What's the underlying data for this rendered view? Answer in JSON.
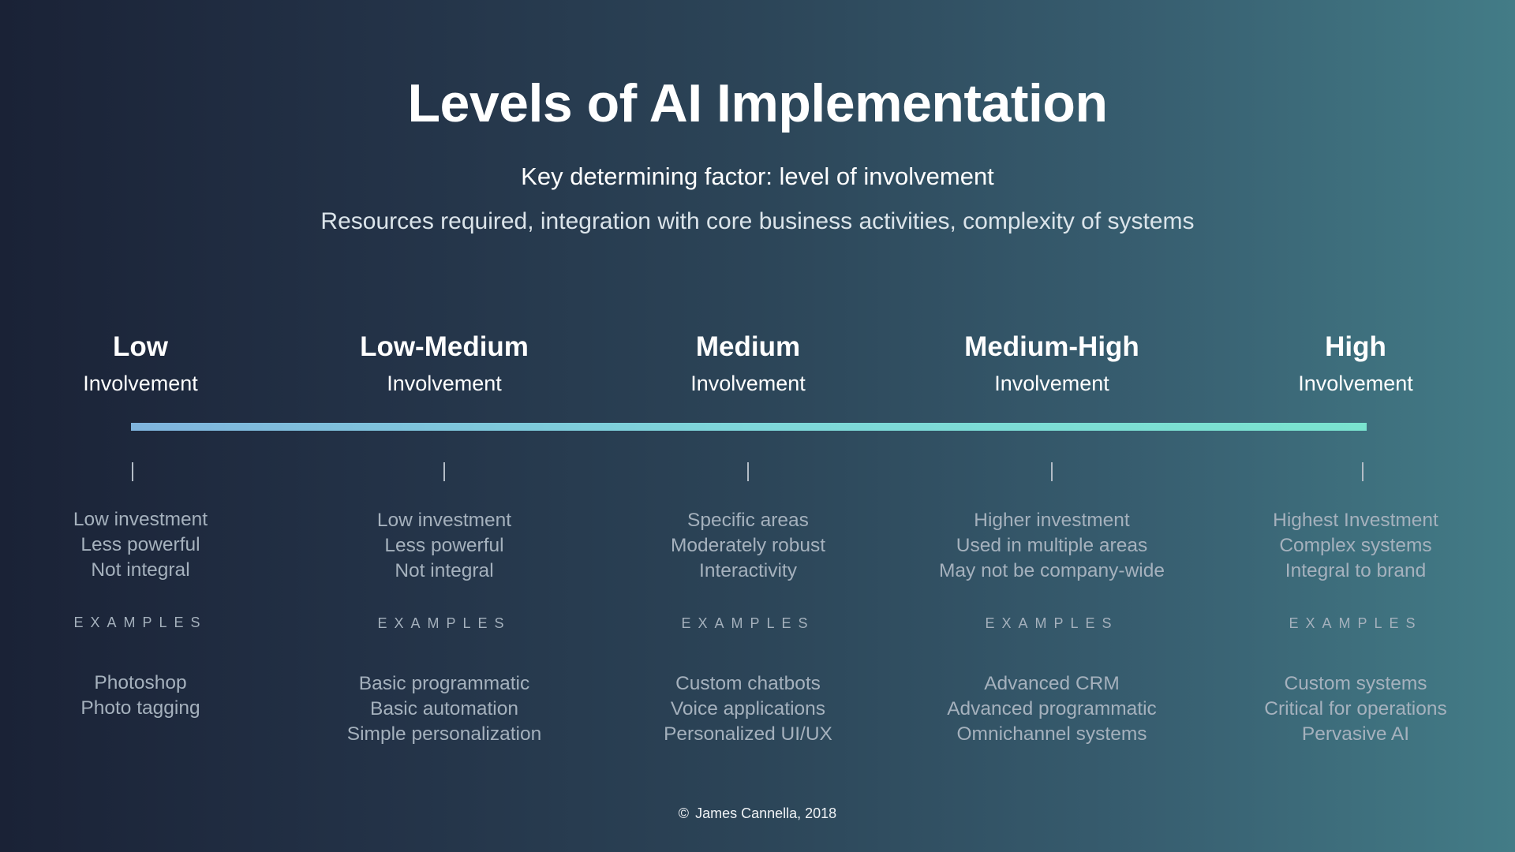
{
  "header": {
    "title": "Levels of AI Implementation",
    "subtitle": "Key determining factor: level of involvement",
    "tagline": "Resources required, integration with core business activities, complexity of systems"
  },
  "levels": [
    {
      "name": "Low",
      "sub": "Involvement",
      "traits": [
        "Low investment",
        "Less powerful",
        "Not integral"
      ],
      "examples_label": "EXAMPLES",
      "examples": [
        "Photoshop",
        "Photo tagging"
      ]
    },
    {
      "name": "Low-Medium",
      "sub": "Involvement",
      "traits": [
        "Low investment",
        "Less powerful",
        "Not integral"
      ],
      "examples_label": "EXAMPLES",
      "examples": [
        "Basic programmatic",
        "Basic automation",
        "Simple personalization"
      ]
    },
    {
      "name": "Medium",
      "sub": "Involvement",
      "traits": [
        "Specific areas",
        "Moderately robust",
        "Interactivity"
      ],
      "examples_label": "EXAMPLES",
      "examples": [
        "Custom chatbots",
        "Voice applications",
        "Personalized UI/UX"
      ]
    },
    {
      "name": "Medium-High",
      "sub": "Involvement",
      "traits": [
        "Higher investment",
        "Used in multiple areas",
        "May not be company-wide"
      ],
      "examples_label": "EXAMPLES",
      "examples": [
        "Advanced CRM",
        "Advanced programmatic",
        "Omnichannel systems"
      ]
    },
    {
      "name": "High",
      "sub": "Involvement",
      "traits": [
        "Highest Investment",
        "Complex systems",
        "Integral to brand"
      ],
      "examples_label": "EXAMPLES",
      "examples": [
        "Custom systems",
        "Critical for operations",
        "Pervasive AI"
      ]
    }
  ],
  "footer": {
    "copyright_symbol": "©",
    "text": "James Cannella, 2018"
  },
  "colors": {
    "background_start": "#1a2236",
    "background_end": "#437c87",
    "bar_start": "#7fb4dd",
    "bar_end": "#7ae3cf",
    "muted_text": "#a5b1bd"
  }
}
